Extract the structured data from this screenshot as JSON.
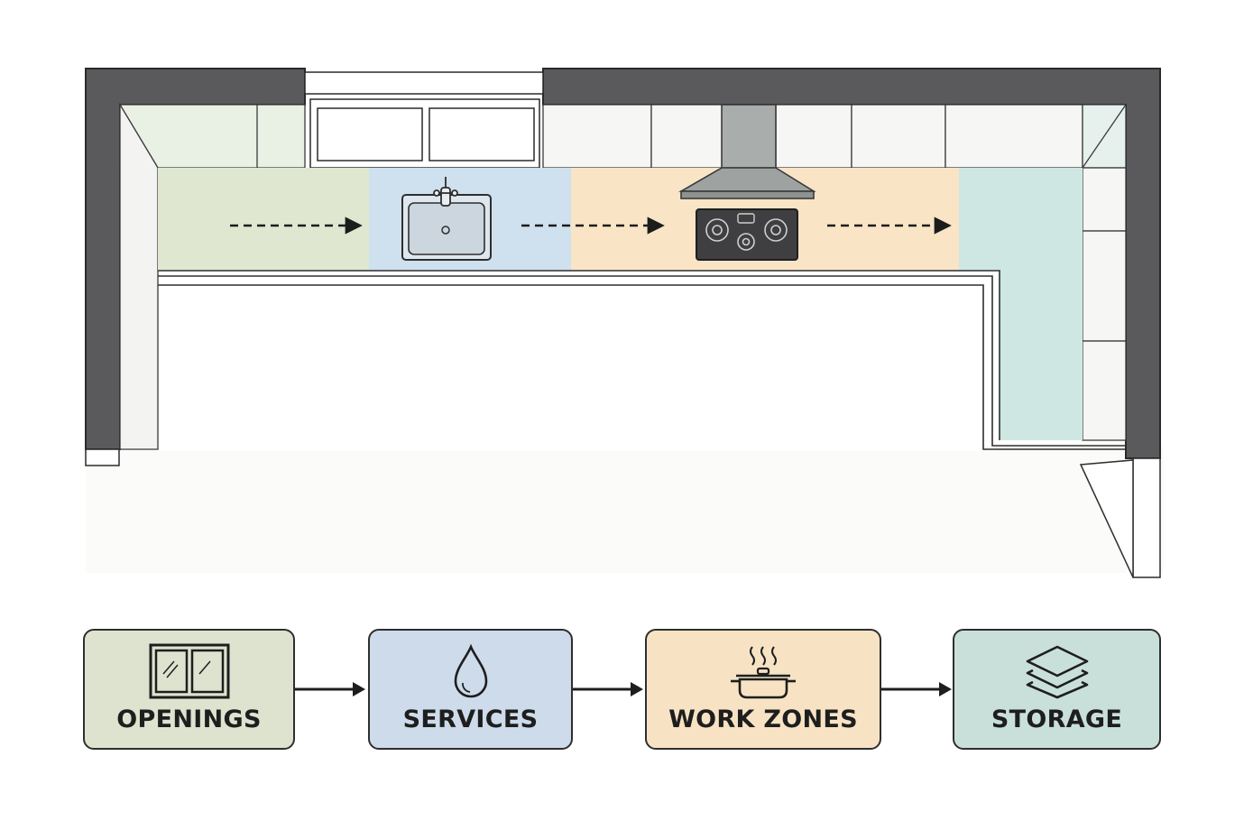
{
  "legend": {
    "steps": [
      {
        "label": "OPENINGS",
        "icon": "window-icon",
        "color": "#dde3cf"
      },
      {
        "label": "SERVICES",
        "icon": "water-drop-icon",
        "color": "#cddbea"
      },
      {
        "label": "WORK ZONES",
        "icon": "cooking-pot-icon",
        "color": "#f7e3c4"
      },
      {
        "label": "STORAGE",
        "icon": "layers-icon",
        "color": "#c9e0da"
      }
    ]
  },
  "plan": {
    "zone_colors": {
      "openings": "#dfe7d1",
      "services": "#cfe0ee",
      "work_zones": "#f9e4c6",
      "storage": "#cfe7e2"
    },
    "wall_color": "#5a5a5c",
    "fixtures": [
      "window-icon",
      "sink-icon",
      "faucet-icon",
      "range-hood-icon",
      "cooktop-icon",
      "door-icon"
    ]
  }
}
